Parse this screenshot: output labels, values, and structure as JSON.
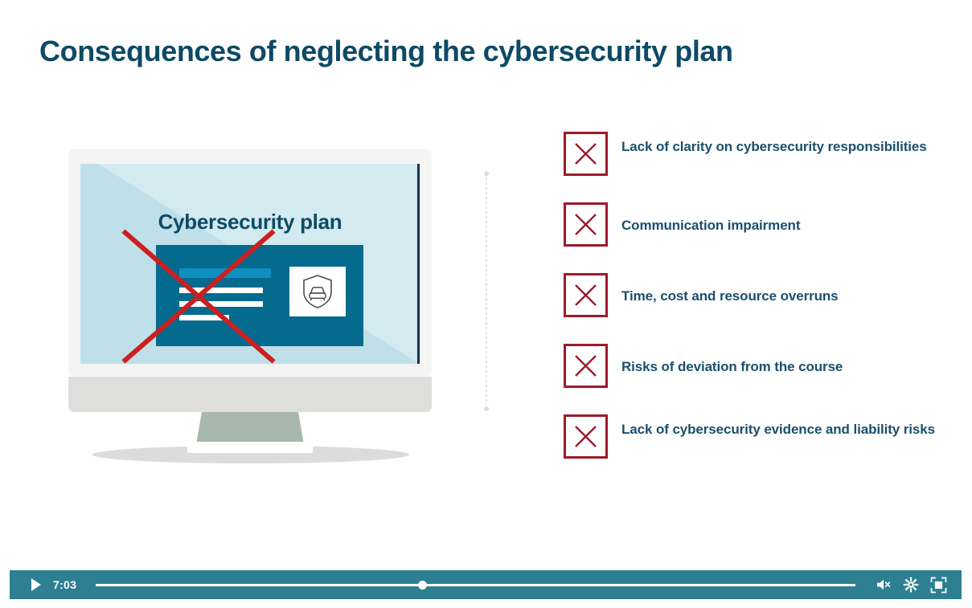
{
  "slide": {
    "title": "Consequences of neglecting the cybersecurity plan",
    "title_color": "#0d4a66",
    "background": "#ffffff"
  },
  "illustration": {
    "name": "desktop-monitor-with-crossed-out-cybersecurity-plan",
    "screen_title": "Cybersecurity plan",
    "screen_color": "#bfe0e8",
    "screen_glare_color": "#d3eaf0",
    "document_card_color": "#046a8e",
    "document_accent_color": "#0e8fc0",
    "cross_out_color": "#cc1f1f",
    "bezel_color": "#f4f4f4",
    "stand_color": "#a8b8ae",
    "shield_icon": "shield-with-car-icon"
  },
  "divider": {
    "style": "dotted-vertical",
    "color": "#e2e2e2"
  },
  "consequences": {
    "marker_icon": "red-x-checkbox-icon",
    "marker_color": "#9b1b2a",
    "text_color": "#1b4f6b",
    "items": [
      {
        "label": "Lack of clarity on cybersecurity responsibilities"
      },
      {
        "label": "Communication impairment"
      },
      {
        "label": "Time, cost and resource overruns"
      },
      {
        "label": "Risks of deviation from the course"
      },
      {
        "label": "Lack of cybersecurity evidence and liability risks"
      }
    ]
  },
  "player": {
    "bar_color": "#2e7f92",
    "play_label": "play-icon",
    "current_time": "7:03",
    "progress_percent": 43,
    "mute_label": "volume-muted-icon",
    "settings_label": "settings-gear-icon",
    "fullscreen_label": "fullscreen-icon"
  }
}
